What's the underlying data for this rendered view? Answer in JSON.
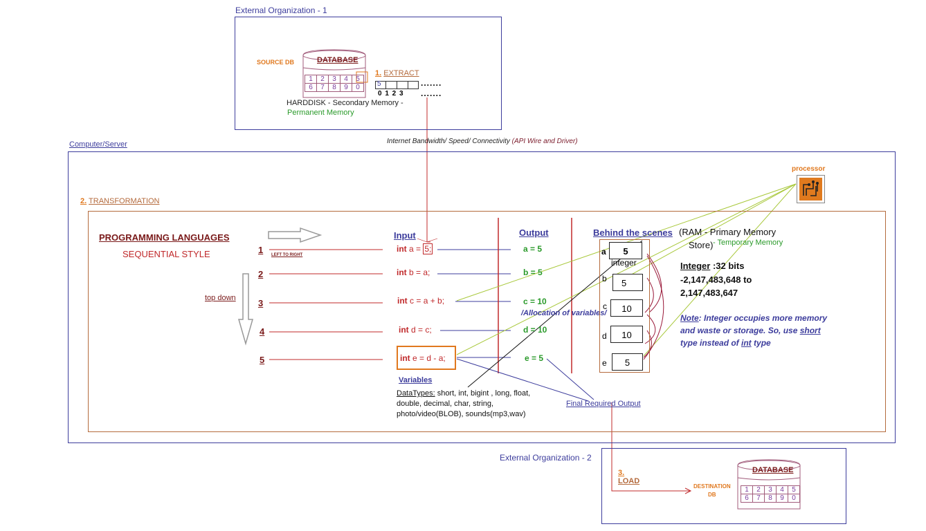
{
  "ext1": {
    "title": "External Organization - 1",
    "source_label": "SOURCE DB",
    "db_label": "DATABASE",
    "grid_row1": [
      "1",
      "2",
      "3",
      "4",
      "5"
    ],
    "grid_row2": [
      "6",
      "7",
      "8",
      "9",
      "0"
    ],
    "extract_num": "1.",
    "extract_label": "EXTRACT",
    "extract_cell": "5",
    "dots1": ".......",
    "indices": "0 1 2  3",
    "dots2": ".......",
    "harddisk": "HARDDISK - Secondary Memory -",
    "permanent": "Permanent Memory"
  },
  "bandwidth": {
    "text": "Internet Bandwidth/ Speed/ Connectivity",
    "api": "(API Wire and Driver)"
  },
  "server": {
    "title": "Computer/Server",
    "transform_num": "2.",
    "transform_label": "TRANSFORMATION",
    "processor_label": "processor"
  },
  "left": {
    "prog_lang": "PROGRAMMING LANGUAGES",
    "sequential": "SEQUENTIAL STYLE",
    "top_down": "top down",
    "left_to_right": "LEFT TO RIGHT"
  },
  "lines": [
    {
      "num": "1",
      "input": "int a = 5;",
      "output": "a = 5"
    },
    {
      "num": "2",
      "input": "int  b = a;",
      "output": "b = 5"
    },
    {
      "num": "3",
      "input": "int  c = a + b;",
      "output": "c = 10"
    },
    {
      "num": "4",
      "input": "int  d = c;",
      "output": "d = 10"
    },
    {
      "num": "5",
      "input": "int e = d - a;",
      "output": "e = 5"
    }
  ],
  "headers": {
    "input": "Input",
    "output": "Output",
    "behind": "Behind the scenes",
    "ram": "(RAM - Primary Memory",
    "store": "Store)",
    "temporary": "- Temporary Memory"
  },
  "allocation": "/Allocation of variables/",
  "ram_cells": [
    {
      "label": "a",
      "value": "5"
    },
    {
      "label": "b",
      "value": "5"
    },
    {
      "label": "c",
      "value": "10"
    },
    {
      "label": "d",
      "value": "10"
    },
    {
      "label": "e",
      "value": "5"
    }
  ],
  "integer_word": "integer",
  "integer_info": {
    "title": "Integer",
    "bits": ":32 bits",
    "range1": "-2,147,483,648 to",
    "range2": "2,147,483,647"
  },
  "note": {
    "label": "Note",
    "line1": ": Integer occupies more memory",
    "line2": "and waste or storage. So, use ",
    "short": "short",
    "line3a": "type instead of ",
    "int": "int",
    "line3b": " type"
  },
  "variables": {
    "title": "Variables",
    "dt_label": "DataTypes:",
    "line1": " short, int, bigint , long, float,",
    "line2": "double, decimal, char, string,",
    "line3": "photo/video(BLOB), sounds(mp3,wav)"
  },
  "final_output": "Final Required Output",
  "ext2": {
    "title": "External Organization - 2",
    "load_num": "3.",
    "load_label": "LOAD",
    "dest1": "DESTINATION",
    "dest2": "DB",
    "db_label": "DATABASE",
    "grid_row1": [
      "1",
      "2",
      "3",
      "4",
      "5"
    ],
    "grid_row2": [
      "6",
      "7",
      "8",
      "9",
      "0"
    ]
  }
}
